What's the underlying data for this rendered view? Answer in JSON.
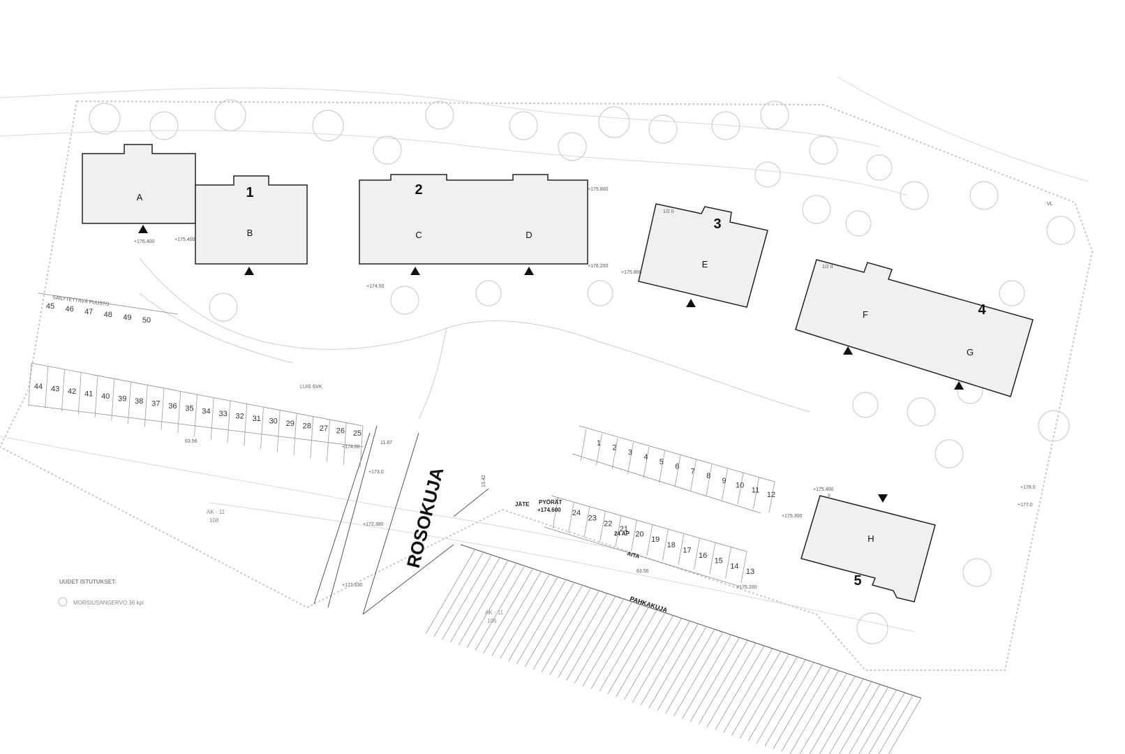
{
  "buildings": [
    {
      "number": "1",
      "sections": [
        "A",
        "B"
      ]
    },
    {
      "number": "2",
      "sections": [
        "C",
        "D"
      ]
    },
    {
      "number": "3",
      "sections": [
        "E"
      ]
    },
    {
      "number": "4",
      "sections": [
        "F",
        "G"
      ]
    },
    {
      "number": "5",
      "sections": [
        "H"
      ]
    }
  ],
  "floor_marks": {
    "b3": "1/2 II",
    "b4": "1/2 II",
    "b5": "II"
  },
  "streets": {
    "rosokuja": "ROSOKUJA",
    "pahkakuja": "PAHKAKUJA"
  },
  "labels": {
    "jate": "JÄTE",
    "pyorat": "PYÖRÄT",
    "pyorat_elev": "+174.600",
    "ap": "24 AP",
    "aita": "AITA",
    "vl": "VL",
    "nostetun": "SÄILYTETTÄVÄ PUUSTO",
    "ak_west": "AK - 11",
    "ak_west_num": "108",
    "ak_south": "AK - 11",
    "ak_south_num": "106",
    "legend_title": "UUDET ISTUTUKSET:",
    "legend_item": "MORSIUSANGERVO 36 kpl",
    "luis": "LUIS SVK"
  },
  "dims": {
    "d1": "11.87",
    "d2": "63.56",
    "d3": "13.42",
    "d4": "63.56"
  },
  "elevations": [
    "+176.400",
    "+175.400",
    "+174.50",
    "+175.800",
    "+176.200",
    "+175.800",
    "+175.300",
    "+175.200",
    "+174.00",
    "+173.0",
    "+171.530",
    "+172.380",
    "+175.400",
    "+178.0",
    "+177.0"
  ],
  "parking": {
    "row_top": [
      "45",
      "46",
      "47",
      "48",
      "49",
      "50"
    ],
    "row_west": [
      "44",
      "43",
      "42",
      "41",
      "40",
      "39",
      "38",
      "37",
      "36",
      "35",
      "34",
      "33",
      "32",
      "31",
      "30",
      "29",
      "28",
      "27",
      "26",
      "25"
    ],
    "row_mid": [
      "1",
      "2",
      "3",
      "4",
      "5",
      "6",
      "7",
      "8",
      "9",
      "10",
      "11",
      "12"
    ],
    "row_south": [
      "24",
      "23",
      "22",
      "21",
      "20",
      "19",
      "18",
      "17",
      "16",
      "15",
      "14",
      "13"
    ]
  },
  "colors": {
    "line": "#333333",
    "faint": "#b5b5b5",
    "fill": "#f0f0f0"
  }
}
